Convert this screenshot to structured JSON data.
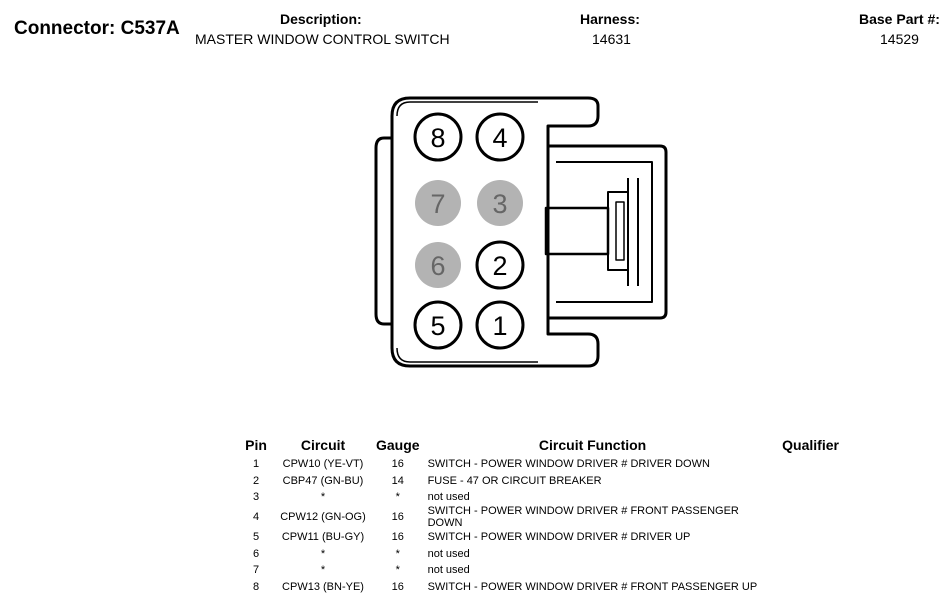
{
  "header": {
    "connector_label": "Connector: C537A",
    "description_label": "Description:",
    "description_value": "MASTER WINDOW CONTROL SWITCH",
    "harness_label": "Harness:",
    "harness_value": "14631",
    "base_part_label": "Base Part #:",
    "base_part_value": "14529"
  },
  "diagram": {
    "pins": [
      {
        "label": "8",
        "state": "used"
      },
      {
        "label": "4",
        "state": "used"
      },
      {
        "label": "7",
        "state": "unused"
      },
      {
        "label": "3",
        "state": "unused"
      },
      {
        "label": "6",
        "state": "unused"
      },
      {
        "label": "2",
        "state": "used"
      },
      {
        "label": "5",
        "state": "used"
      },
      {
        "label": "1",
        "state": "used"
      }
    ],
    "colors": {
      "used_fill": "#ffffff",
      "unused_fill": "#b3b3b3",
      "unused_text": "#666666",
      "outline": "#000000"
    }
  },
  "table": {
    "headers": {
      "pin": "Pin",
      "circuit": "Circuit",
      "gauge": "Gauge",
      "function": "Circuit Function",
      "qualifier": "Qualifier"
    },
    "rows": [
      {
        "pin": "1",
        "circuit": "CPW10 (YE-VT)",
        "gauge": "16",
        "function": "SWITCH - POWER WINDOW DRIVER # DRIVER DOWN",
        "qualifier": ""
      },
      {
        "pin": "2",
        "circuit": "CBP47 (GN-BU)",
        "gauge": "14",
        "function": "FUSE - 47 OR CIRCUIT BREAKER",
        "qualifier": ""
      },
      {
        "pin": "3",
        "circuit": "*",
        "gauge": "*",
        "function": "not used",
        "qualifier": ""
      },
      {
        "pin": "4",
        "circuit": "CPW12 (GN-OG)",
        "gauge": "16",
        "function": "SWITCH - POWER WINDOW DRIVER # FRONT PASSENGER DOWN",
        "qualifier": ""
      },
      {
        "pin": "5",
        "circuit": "CPW11 (BU-GY)",
        "gauge": "16",
        "function": "SWITCH - POWER WINDOW DRIVER # DRIVER UP",
        "qualifier": ""
      },
      {
        "pin": "6",
        "circuit": "*",
        "gauge": "*",
        "function": "not used",
        "qualifier": ""
      },
      {
        "pin": "7",
        "circuit": "*",
        "gauge": "*",
        "function": "not used",
        "qualifier": ""
      },
      {
        "pin": "8",
        "circuit": "CPW13 (BN-YE)",
        "gauge": "16",
        "function": "SWITCH - POWER WINDOW DRIVER # FRONT PASSENGER UP",
        "qualifier": ""
      }
    ]
  }
}
